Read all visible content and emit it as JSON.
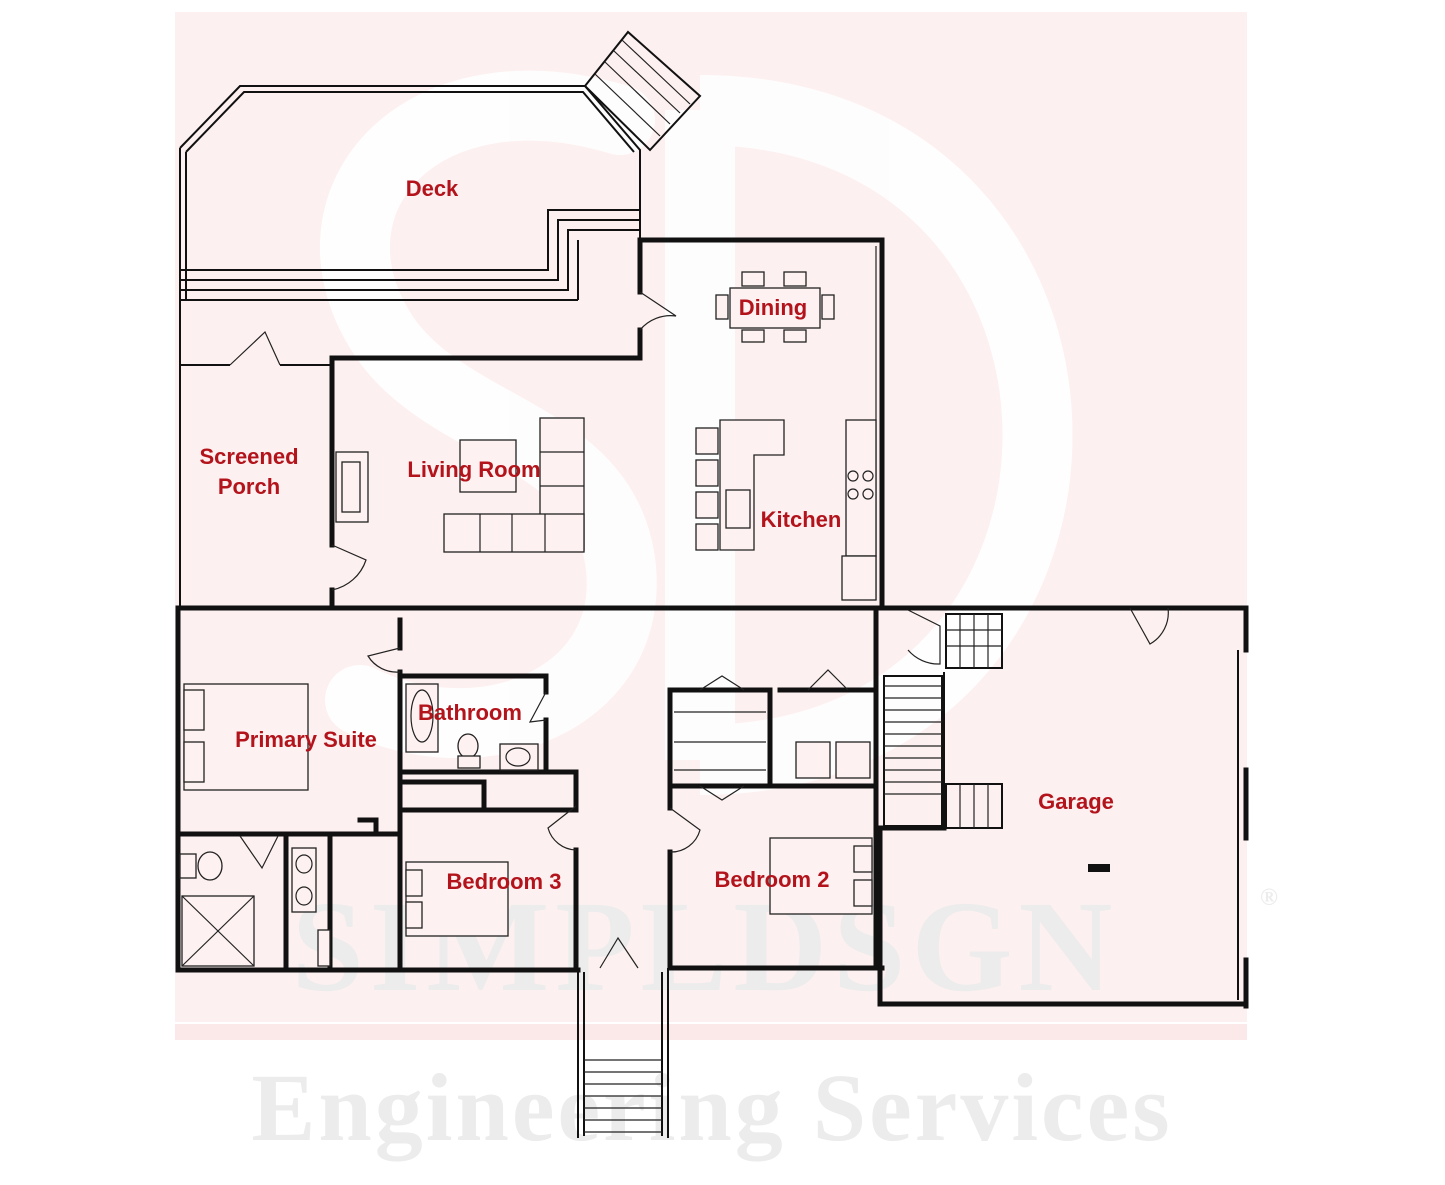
{
  "watermark": {
    "brand": "SIMPLDSGN",
    "registered": "®",
    "tagline": "Engineering Services",
    "logo": "SD"
  },
  "rooms": {
    "deck": "Deck",
    "dining": "Dining",
    "screened_porch_line1": "Screened",
    "screened_porch_line2": "Porch",
    "living_room": "Living Room",
    "kitchen": "Kitchen",
    "bathroom": "Bathroom",
    "primary_suite": "Primary Suite",
    "bedroom_3": "Bedroom 3",
    "bedroom_2": "Bedroom 2",
    "garage": "Garage"
  },
  "colors": {
    "label": "#b3141c",
    "floor_tint": "#fdf1f1",
    "wall": "#111111"
  }
}
